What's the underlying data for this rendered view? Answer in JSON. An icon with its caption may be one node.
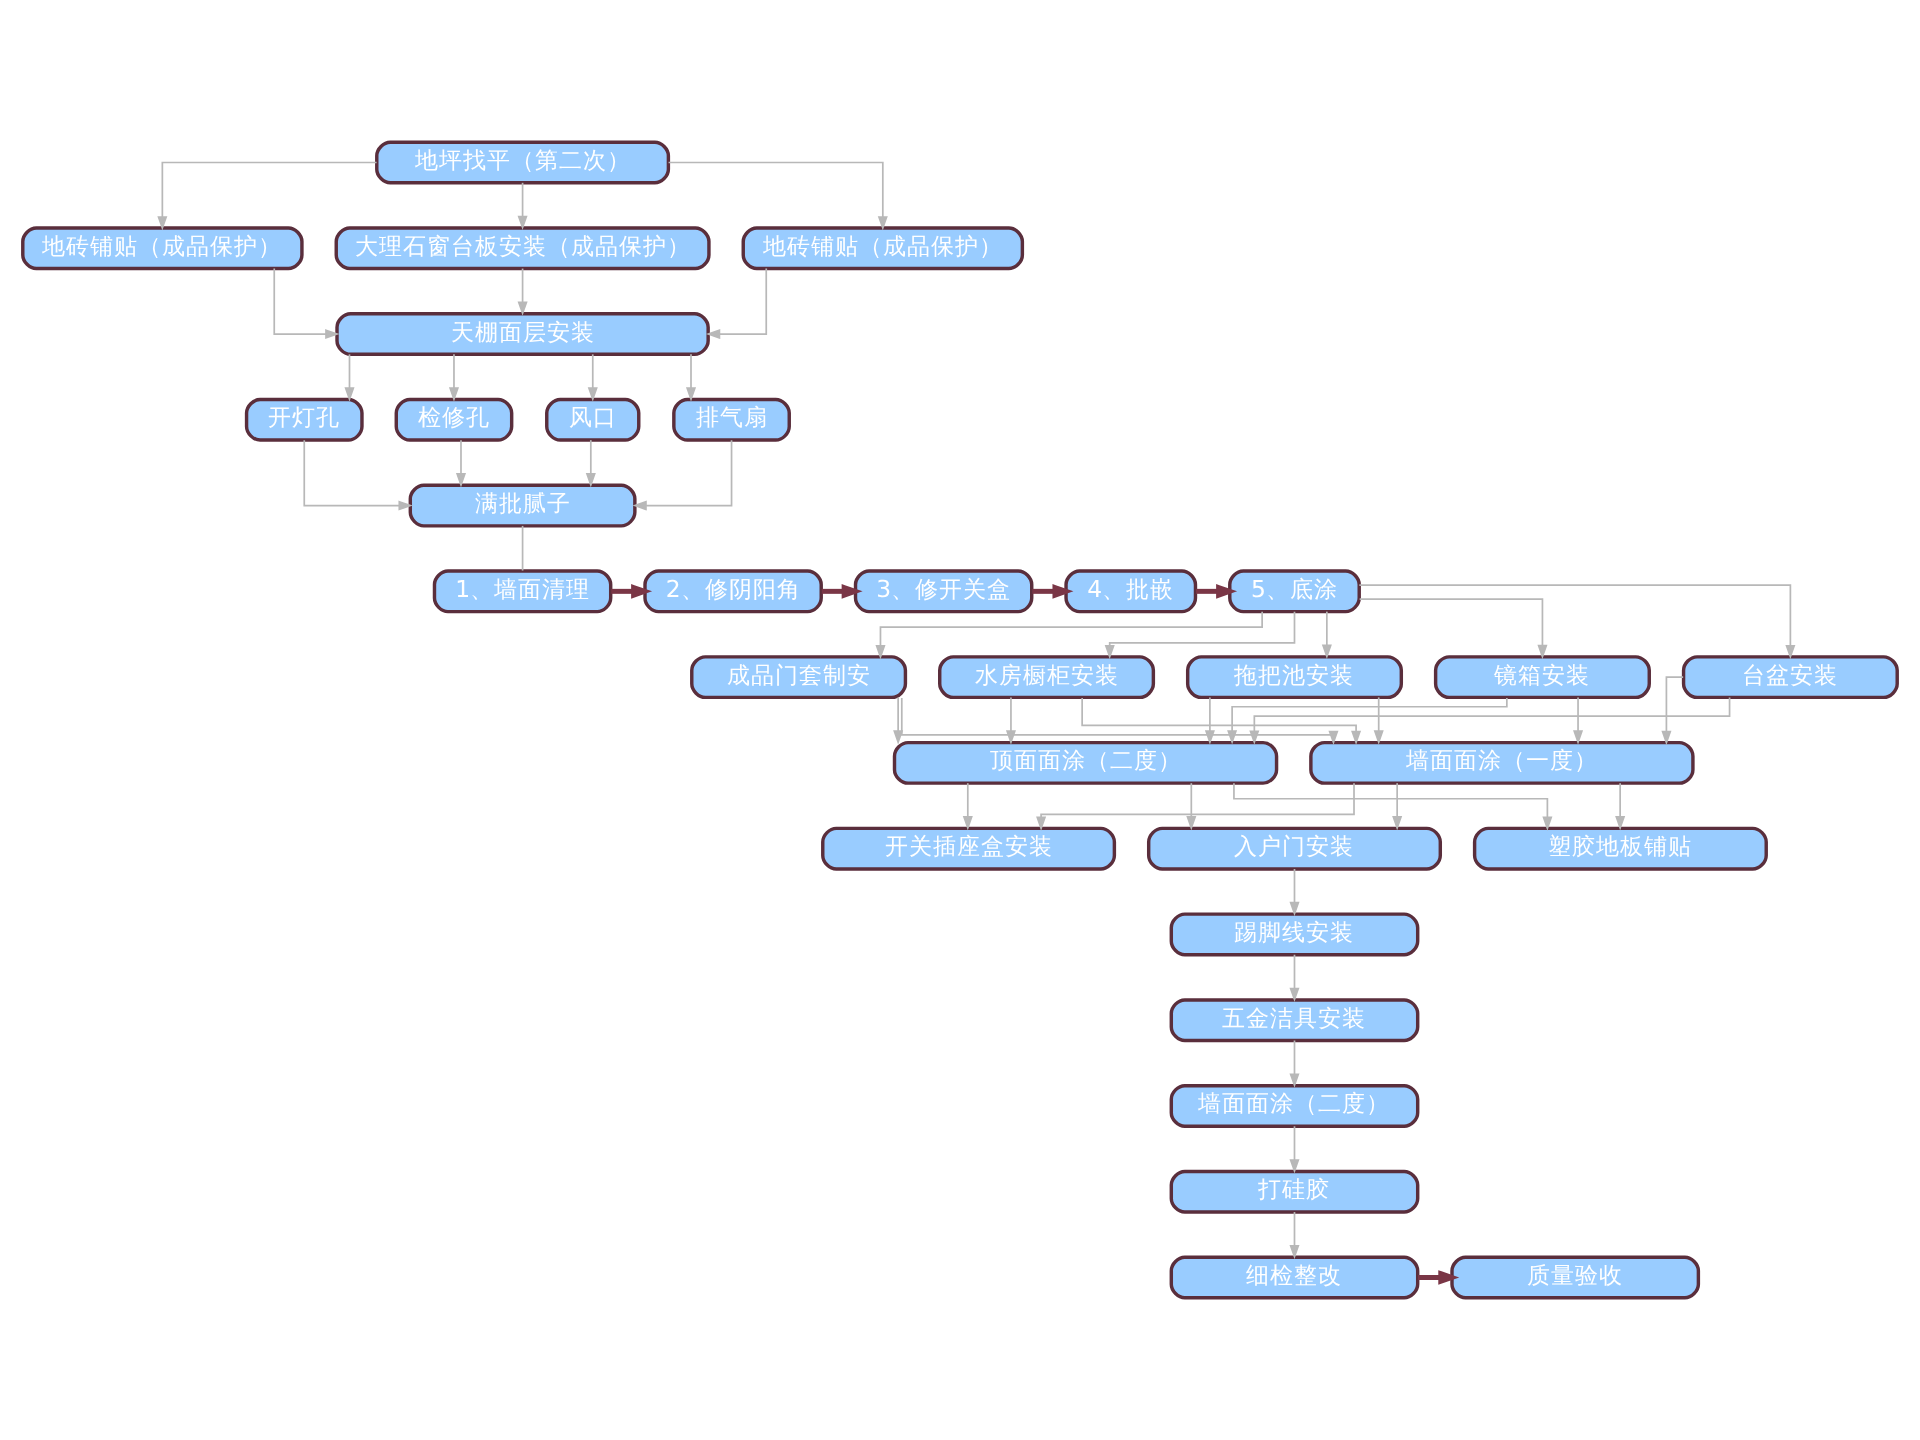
{
  "diagram": {
    "nodes": [
      {
        "text": [
          "地坪找平（第二次）"
        ]
      },
      {
        "text": [
          "地砖铺贴（成品保护）"
        ]
      },
      {
        "text": [
          "大理石窗台板安装（成品保护）"
        ]
      },
      {
        "text": [
          "地砖铺贴（成品保护）"
        ]
      },
      {
        "text": [
          "天棚面层安装"
        ]
      },
      {
        "text": [
          "开灯孔"
        ]
      },
      {
        "text": [
          "检修孔"
        ]
      },
      {
        "text": [
          "风口"
        ]
      },
      {
        "text": [
          "排气扇"
        ]
      },
      {
        "text": [
          "满批腻子"
        ]
      },
      {
        "text": [
          "1、墙面清理"
        ]
      },
      {
        "text": [
          "2、修阴阳角"
        ]
      },
      {
        "text": [
          "3、修开关盒"
        ]
      },
      {
        "text": [
          "4、批嵌"
        ]
      },
      {
        "text": [
          "5、底涂"
        ]
      },
      {
        "text": [
          "成品门套制安"
        ]
      },
      {
        "text": [
          "水房橱柜安装"
        ]
      },
      {
        "text": [
          "拖把池安装"
        ]
      },
      {
        "text": [
          "镜箱安装"
        ]
      },
      {
        "text": [
          "台盆安装"
        ]
      },
      {
        "text": [
          "顶面面涂（二度）"
        ]
      },
      {
        "text": [
          "墙面面涂（一度）"
        ]
      },
      {
        "text": [
          "开关插座盒安装"
        ]
      },
      {
        "text": [
          "入户门安装"
        ]
      },
      {
        "text": [
          "塑胶地板铺贴"
        ]
      },
      {
        "text": [
          "踢脚线安装"
        ]
      },
      {
        "text": [
          "五金洁具安装"
        ]
      },
      {
        "text": [
          "墙面面涂（二度）"
        ]
      },
      {
        "text": [
          "打硅胶"
        ]
      },
      {
        "text": [
          "细检整改"
        ]
      },
      {
        "text": [
          "质量验收"
        ]
      }
    ],
    "edges": [
      {
        "from": 0,
        "to": 1,
        "arrow": "to"
      },
      {
        "from": 0,
        "to": 2,
        "arrow": "to"
      },
      {
        "from": 0,
        "to": 3,
        "arrow": "to"
      },
      {
        "from": 1,
        "to": 4,
        "arrow": "to"
      },
      {
        "from": 2,
        "to": 4,
        "arrow": "to"
      },
      {
        "from": 3,
        "to": 4,
        "arrow": "to"
      },
      {
        "from": 4,
        "to": 5,
        "arrow": "to"
      },
      {
        "from": 4,
        "to": 6,
        "arrow": "to"
      },
      {
        "from": 4,
        "to": 7,
        "arrow": "to"
      },
      {
        "from": 4,
        "to": 8,
        "arrow": "to"
      },
      {
        "from": 5,
        "to": 9,
        "arrow": "to"
      },
      {
        "from": 6,
        "to": 9,
        "arrow": "to"
      },
      {
        "from": 7,
        "to": 9,
        "arrow": "to"
      },
      {
        "from": 8,
        "to": 9,
        "arrow": "to"
      },
      {
        "from": 9,
        "to": 10,
        "arrow": "none"
      },
      {
        "from": 10,
        "to": 11,
        "arrow": "to",
        "style": "thick",
        "color": "#7a3646"
      },
      {
        "from": 11,
        "to": 12,
        "arrow": "to",
        "style": "thick",
        "color": "#7a3646"
      },
      {
        "from": 12,
        "to": 13,
        "arrow": "to",
        "style": "thick",
        "color": "#7a3646"
      },
      {
        "from": 13,
        "to": 14,
        "arrow": "to",
        "style": "thick",
        "color": "#7a3646"
      },
      {
        "from": 14,
        "to": 15,
        "arrow": "to"
      },
      {
        "from": 14,
        "to": 16,
        "arrow": "to"
      },
      {
        "from": 14,
        "to": 17,
        "arrow": "to"
      },
      {
        "from": 14,
        "to": 18,
        "arrow": "to"
      },
      {
        "from": 14,
        "to": 19,
        "arrow": "to"
      },
      {
        "from": 15,
        "to": 20,
        "arrow": "to"
      },
      {
        "from": 16,
        "to": 20,
        "arrow": "to"
      },
      {
        "from": 17,
        "to": 20,
        "arrow": "to"
      },
      {
        "from": 18,
        "to": 20,
        "arrow": "to"
      },
      {
        "from": 19,
        "to": 20,
        "arrow": "to"
      },
      {
        "from": 15,
        "to": 21,
        "arrow": "to"
      },
      {
        "from": 16,
        "to": 21,
        "arrow": "to"
      },
      {
        "from": 17,
        "to": 21,
        "arrow": "to"
      },
      {
        "from": 18,
        "to": 21,
        "arrow": "to"
      },
      {
        "from": 19,
        "to": 21,
        "arrow": "to"
      },
      {
        "from": 20,
        "to": 22,
        "arrow": "to"
      },
      {
        "from": 20,
        "to": 23,
        "arrow": "to"
      },
      {
        "from": 20,
        "to": 24,
        "arrow": "to"
      },
      {
        "from": 21,
        "to": 22,
        "arrow": "to"
      },
      {
        "from": 21,
        "to": 23,
        "arrow": "to"
      },
      {
        "from": 21,
        "to": 24,
        "arrow": "to"
      },
      {
        "from": 23,
        "to": 25,
        "arrow": "to"
      },
      {
        "from": 25,
        "to": 26,
        "arrow": "to"
      },
      {
        "from": 26,
        "to": 27,
        "arrow": "to"
      },
      {
        "from": 27,
        "to": 28,
        "arrow": "to"
      },
      {
        "from": 28,
        "to": 29,
        "arrow": "to"
      },
      {
        "from": 29,
        "to": 30,
        "arrow": "to",
        "style": "thick",
        "color": "#7a3646"
      }
    ]
  }
}
